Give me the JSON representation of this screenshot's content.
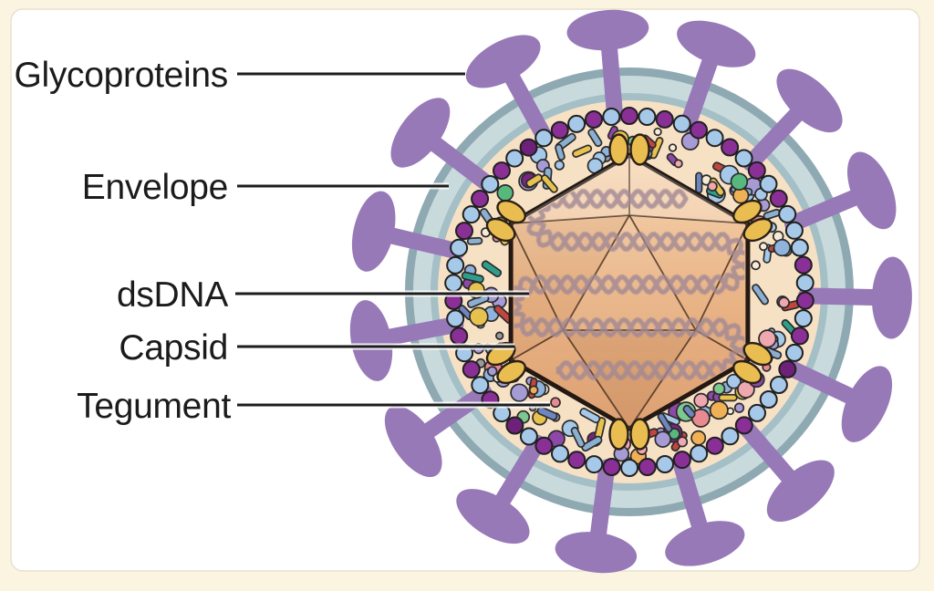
{
  "figure": {
    "type": "labeled-diagram",
    "panel_shape": "rounded-rectangle"
  },
  "labels": [
    {
      "id": "glycoproteins",
      "text": "Glycoproteins"
    },
    {
      "id": "envelope",
      "text": "Envelope"
    },
    {
      "id": "dsdna",
      "text": "dsDNA"
    },
    {
      "id": "capsid",
      "text": "Capsid"
    },
    {
      "id": "tegument",
      "text": "Tegument"
    }
  ],
  "diagram": {
    "colors": {
      "page_bg": "#FAF4E0",
      "panel_bg": "#FFFFFF",
      "panel_border": "#E7E1CF",
      "label_text": "#1B1B1B",
      "label_line": "#1D1D1D",
      "label_line_halo": "#FFFFFF",
      "spike": "#9779B8",
      "envelope_outer": "#8FA9B2",
      "envelope_band": "#C9DADD",
      "envelope_inner": "#A4BFC6",
      "tegument_bg": "#F6E1C5",
      "bead_blue": "#A6C9EA",
      "bead_purple": "#8A2F96",
      "bead_purple_dark": "#6E2178",
      "bead_outline": "#202020",
      "capsid_top": "#F7D6B2",
      "capsid_mid": "#E9B486",
      "capsid_bottom": "#DDA072",
      "capsid_outline": "#231812",
      "facet_line": "#4A3323",
      "vertex_oval": "#E9BD4F",
      "oval_outline": "#2A2018",
      "dna": "#A18894",
      "shape_outline": "#2B2B2B"
    },
    "tegument_circle_palette": [
      "#A6C9EA",
      "#A6C9EA",
      "#8FB3DC",
      "#A79BD6",
      "#A79BD6",
      "#8E48A8",
      "#7B2580",
      "#EFA7B0",
      "#EFA7B0",
      "#E98A92",
      "#F0B055",
      "#E8C24E",
      "#7CC88F",
      "#57B87E",
      "#F7EBD6",
      "#F7EBD6",
      "#9A9A9A"
    ],
    "tegument_pill_palette": [
      "#2E9E8A",
      "#C1463F",
      "#C1463F",
      "#8BAFD0",
      "#8BAFD0",
      "#6E86C0",
      "#8E48A8",
      "#A6C9EA",
      "#E8C24E"
    ],
    "structures": [
      {
        "name": "glycoprotein-spikes",
        "count": 15
      },
      {
        "name": "envelope-rings",
        "count": 3
      },
      {
        "name": "membrane-beads",
        "count": 62
      },
      {
        "name": "capsid-vertex-oval-pairs",
        "count": 6
      },
      {
        "name": "dna-strand-rows",
        "count": 5
      }
    ]
  }
}
